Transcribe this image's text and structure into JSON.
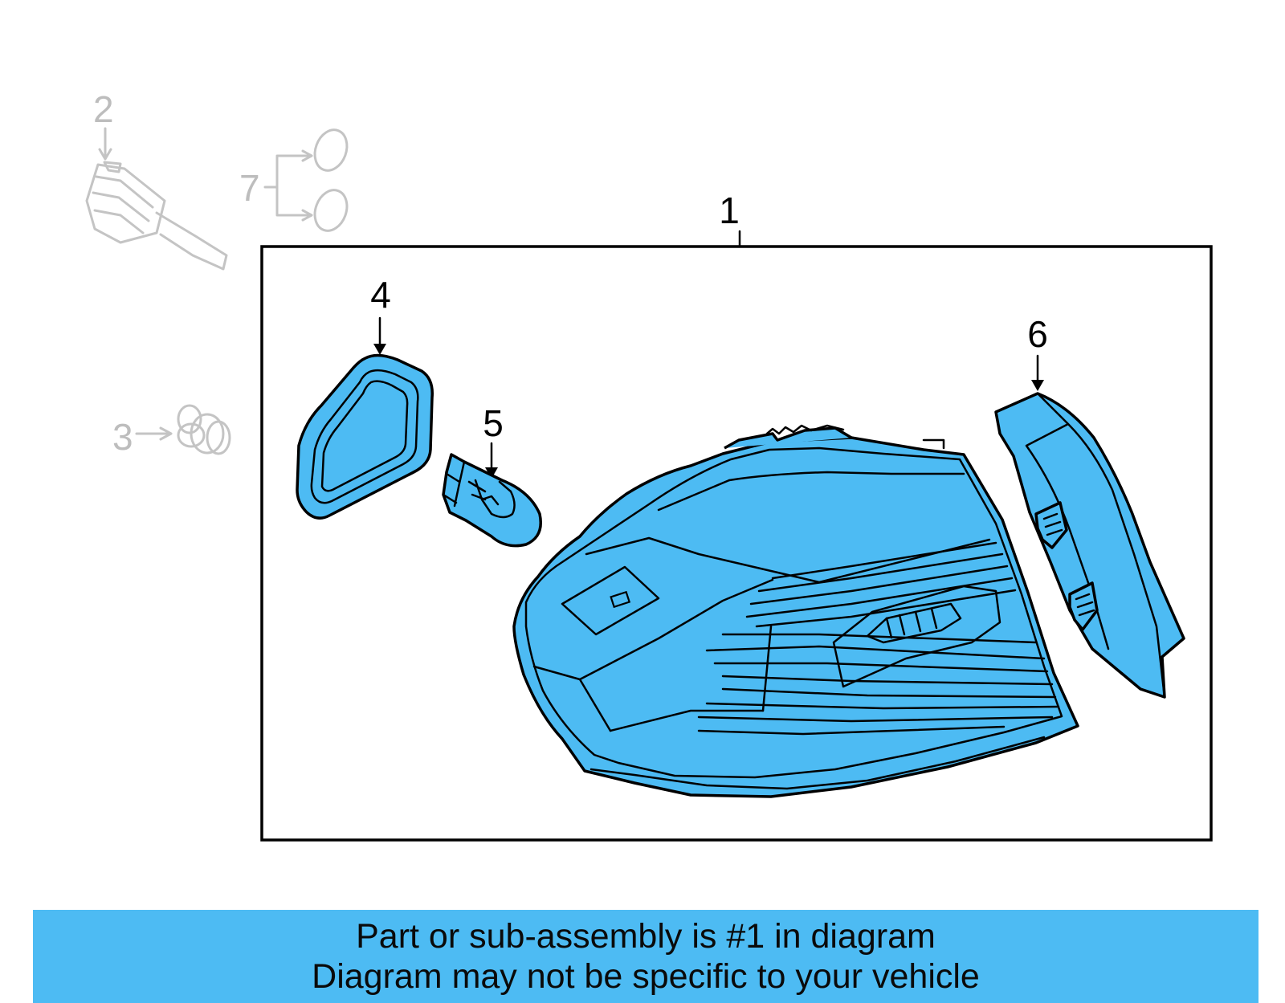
{
  "callouts": {
    "c1": "1",
    "c2": "2",
    "c3": "3",
    "c4": "4",
    "c5": "5",
    "c6": "6",
    "c7": "7"
  },
  "banner": {
    "line1": "Part or sub-assembly is #1 in diagram",
    "line2": "Diagram may not be specific to your vehicle"
  },
  "colors": {
    "highlight": "#4dbbf3",
    "ghost": "#bdbdbd",
    "outline": "#000000"
  },
  "icons": {
    "part1": "tail-lamp-assembly-icon",
    "part2": "bulb-socket-icon",
    "part3": "clip-icon",
    "part4": "gasket-icon",
    "part5": "bulb-icon",
    "part6": "side-lamp-trim-icon",
    "part7": "seal-ring-icon"
  }
}
